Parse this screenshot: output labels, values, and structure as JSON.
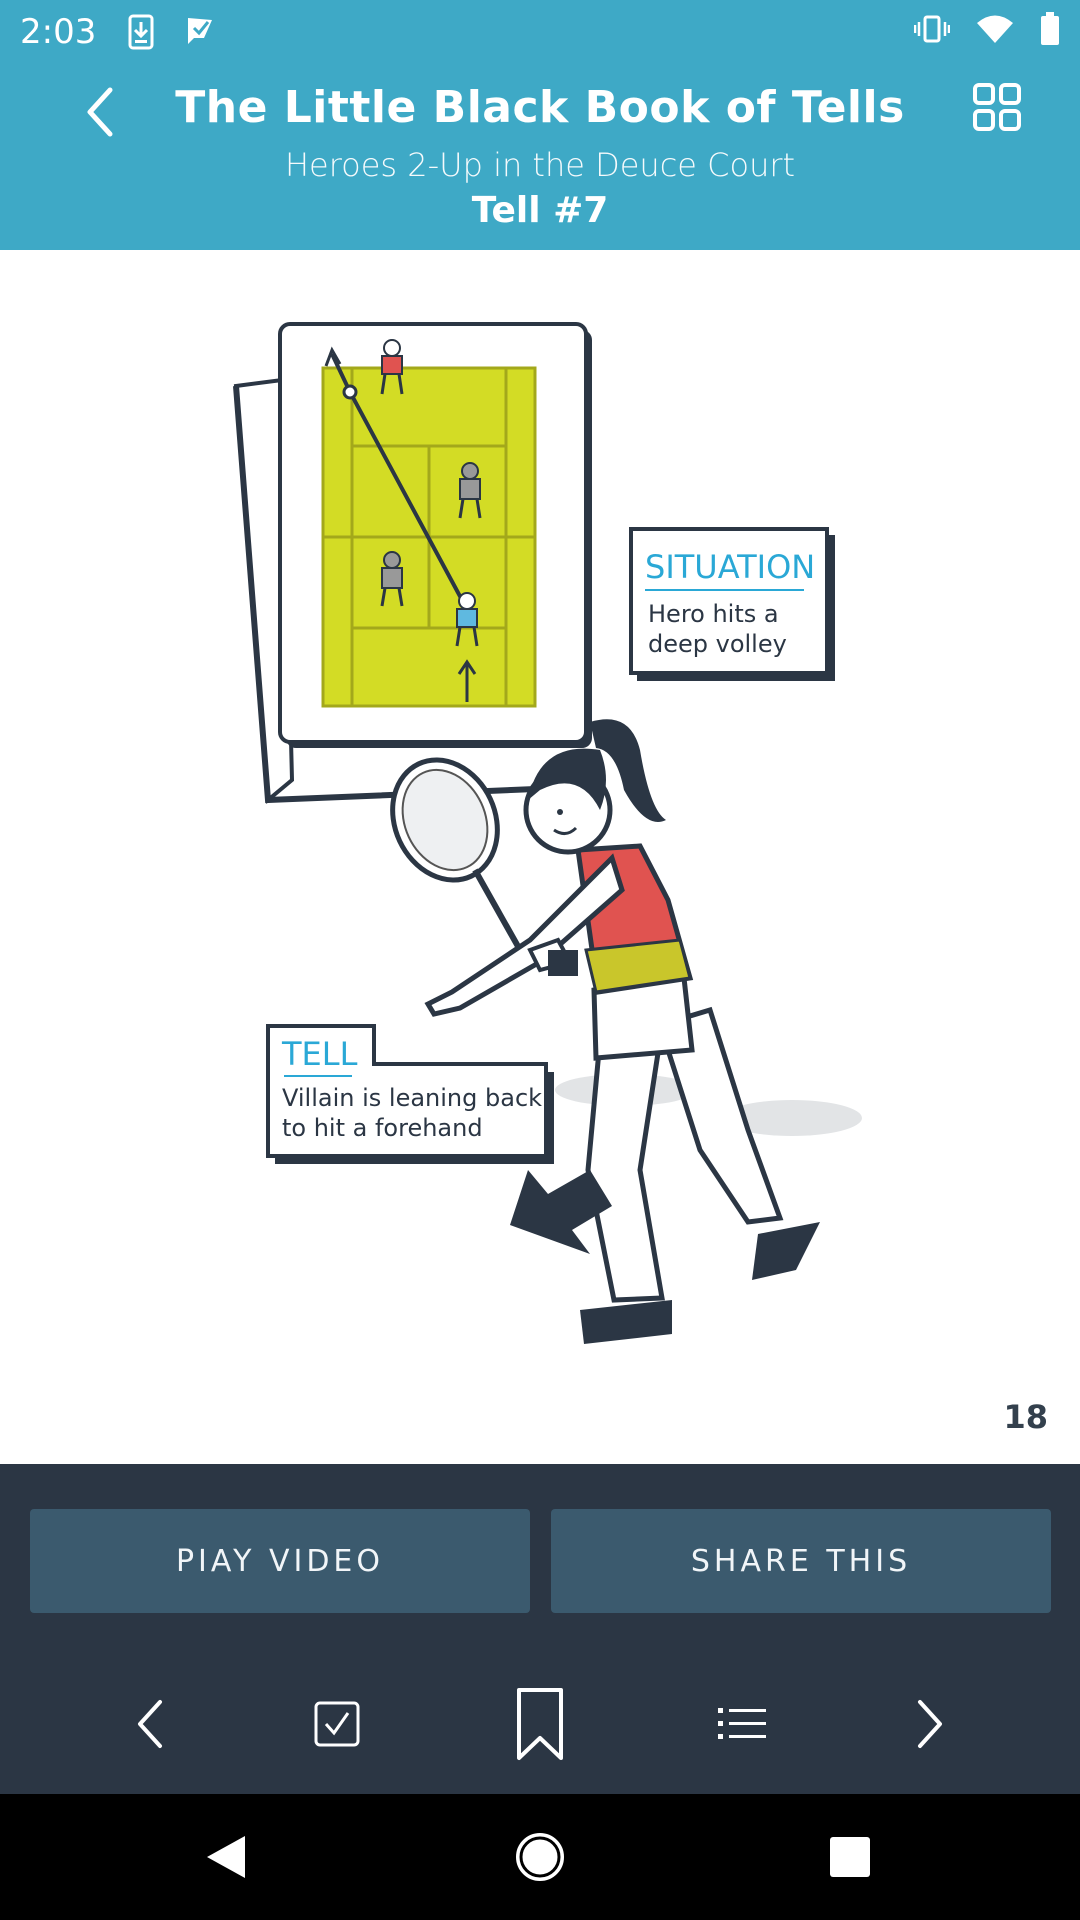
{
  "status_bar": {
    "time": "2:03",
    "left_icons": [
      "download-icon",
      "check-flag-icon"
    ],
    "right_icons": [
      "vibrate-icon",
      "wifi-icon",
      "battery-icon"
    ]
  },
  "header": {
    "title": "The Little Black Book of Tells",
    "subtitle": "Heroes 2-Up in the Deuce Court",
    "tell": "Tell #7",
    "back_icon": "chevron-left-icon",
    "menu_icon": "grid-icon"
  },
  "illustration": {
    "situation_heading": "SITUATION",
    "situation_line1": "Hero hits a",
    "situation_line2": "deep volley",
    "tell_heading": "TELL",
    "tell_line1": "Villain is leaning back",
    "tell_line2": "to hit a forehand"
  },
  "page_number": "18",
  "actions": {
    "play_video": "PIAY VIDEO",
    "share": "SHARE THIS"
  },
  "bottom_nav": [
    "previous-icon",
    "checkbox-icon",
    "bookmark-icon",
    "list-icon",
    "next-icon"
  ],
  "system_nav": [
    "back-icon",
    "home-icon",
    "recents-icon"
  ],
  "colors": {
    "header": "#3ea9c6",
    "panel": "#2b3644",
    "button": "#3b5a6e",
    "court": "#d3dc25",
    "shirt": "#e05350"
  }
}
